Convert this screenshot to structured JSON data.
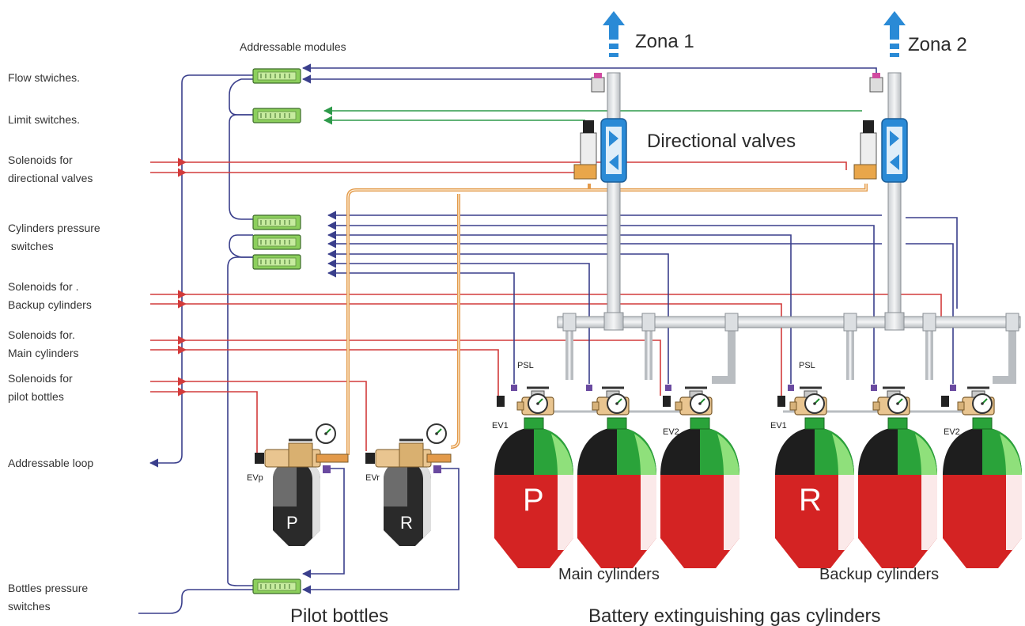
{
  "left_labels": {
    "flow_switches": "Flow stwiches.",
    "limit_switches": "Limit switches.",
    "solenoids_directional_1": "Solenoids for",
    "solenoids_directional_2": "directional valves",
    "cylinders_pressure_1": "Cylinders pressure",
    "cylinders_pressure_2": " switches",
    "solenoids_backup_1": "Solenoids for .",
    "solenoids_backup_2": "Backup cylinders",
    "solenoids_main_1": "Solenoids for.",
    "solenoids_main_2": "Main cylinders",
    "solenoids_pilot_1": "Solenoids for",
    "solenoids_pilot_2": "pilot bottles",
    "addressable_loop": "Addressable loop",
    "bottles_pressure_1": "Bottles pressure",
    "bottles_pressure_2": "switches"
  },
  "top_labels": {
    "addressable_modules": "Addressable modules",
    "zona_1": "Zona 1",
    "zona_2": "Zona 2",
    "directional_valves": "Directional valves"
  },
  "component_labels": {
    "psl_main": "PSL",
    "psl_backup": "PSL",
    "ev1_main": "EV1",
    "ev2_main": "EV2",
    "ev1_backup": "EV1",
    "ev2_backup": "EV2",
    "evp": "EVp",
    "evr": "EVr"
  },
  "tank_letters": {
    "pilot_p": "P",
    "pilot_r": "R",
    "main_p": "P",
    "backup_r": "R"
  },
  "bottom_labels": {
    "main_cylinders": "Main cylinders",
    "backup_cylinders": "Backup cylinders",
    "pilot_bottles": "Pilot bottles",
    "battery": "Battery extinguishing gas cylinders"
  },
  "colors": {
    "navy_wire": "#3a3f8c",
    "green_wire": "#2e9a4a",
    "red_wire": "#d23b3b",
    "orange_pipe": "#e39a4a",
    "blue_arrow": "#2a8ad6",
    "cylinder_red": "#d42323",
    "cylinder_black": "#1e1e1e",
    "cylinder_green": "#2aa33a",
    "module_green": "#8ccf5c",
    "pipe_gray": "#d6d9dc"
  },
  "icons": {
    "up_arrow": "zone-outlet-arrow",
    "gauge": "pressure-gauge",
    "valve": "directional-valve"
  }
}
